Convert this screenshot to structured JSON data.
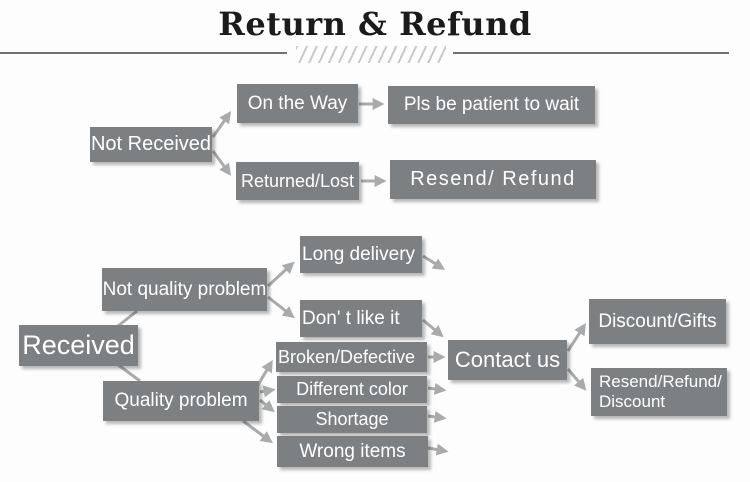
{
  "header": {
    "title": "Return & Refund"
  },
  "colors": {
    "background": "#fdfdfd",
    "box_bg": "#7c8083",
    "box_text": "#ffffff",
    "arrow_color": "#a8aaac",
    "title_text": "#1b1b1b",
    "rule_color": "#707070",
    "hatch_color": "#c9c9c9"
  },
  "flow": {
    "not_received": {
      "label": "Not Received"
    },
    "on_the_way": {
      "label": "On the Way"
    },
    "pls_be_patient": {
      "label": "Pls be patient to wait"
    },
    "returned_lost": {
      "label": "Returned/Lost"
    },
    "resend_refund": {
      "label": "Resend/ Refund"
    },
    "received": {
      "label": "Received"
    },
    "not_quality_problem": {
      "label": "Not quality problem"
    },
    "quality_problem": {
      "label": "Quality problem"
    },
    "long_delivery": {
      "label": "Long delivery"
    },
    "dont_like_it": {
      "label": "Don' t like it"
    },
    "broken_defective": {
      "label": "Broken/Defective"
    },
    "different_color": {
      "label": "Different color"
    },
    "shortage": {
      "label": "Shortage"
    },
    "wrong_items": {
      "label": "Wrong items"
    },
    "contact_us": {
      "label": "Contact us"
    },
    "discount_gifts": {
      "label": "Discount/Gifts"
    },
    "resend_refund_discount": {
      "line1": "Resend/Refund/",
      "line2": "Discount"
    }
  }
}
